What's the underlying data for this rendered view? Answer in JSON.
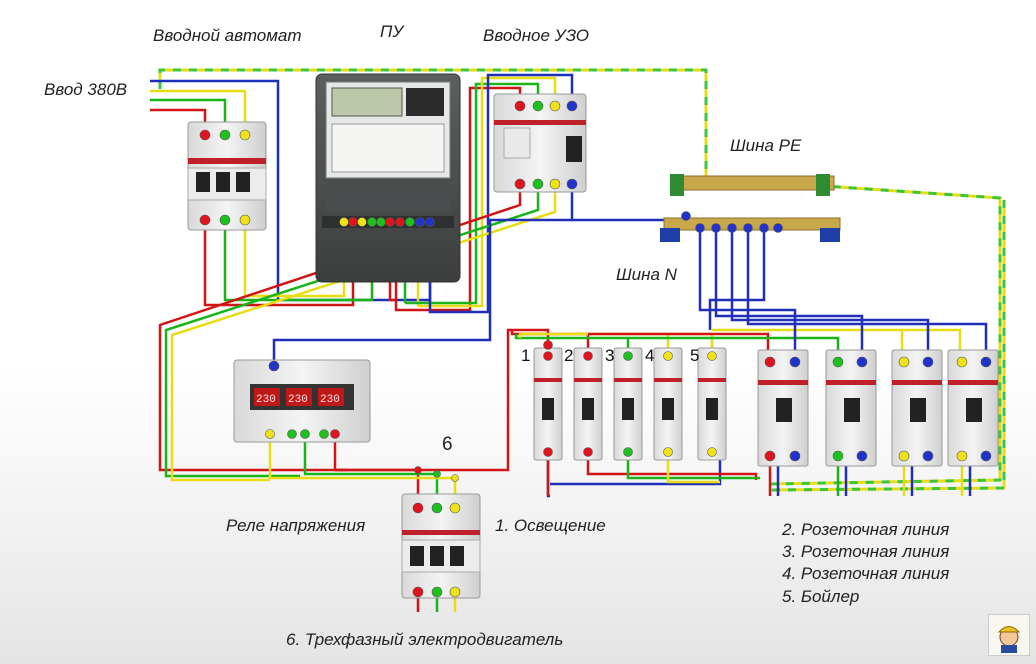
{
  "labels": {
    "input_breaker": "Вводной автомат",
    "meter": "ПУ",
    "input_rcd": "Вводное УЗО",
    "input_380": "Ввод 380В",
    "bus_pe": "Шина PE",
    "bus_n": "Шина N",
    "voltage_relay": "Реле напряжения",
    "group_6": "6",
    "lighting": "1. Освещение",
    "motor": "6. Трехфазный электродвигатель"
  },
  "breaker_numbers": [
    "1",
    "2",
    "3",
    "4",
    "5"
  ],
  "legend": [
    "2. Розеточная линия",
    "3. Розеточная линия",
    "4. Розеточная линия",
    "5. Бойлер"
  ],
  "relay_display": [
    "230",
    "230",
    "230"
  ],
  "wire_colors": {
    "phase_L1": "#d11414",
    "phase_L2": "#18b418",
    "phase_L3": "#e8dd12",
    "neutral": "#1f2fb8",
    "pe_yellow": "#e6dc1a",
    "pe_green": "#3cc43c"
  },
  "terminal_colors": {
    "red": "#e0141e",
    "green": "#1ec01e",
    "yellow": "#f0e21a",
    "blue": "#2233cc"
  },
  "icons": [
    "mascot-icon"
  ]
}
